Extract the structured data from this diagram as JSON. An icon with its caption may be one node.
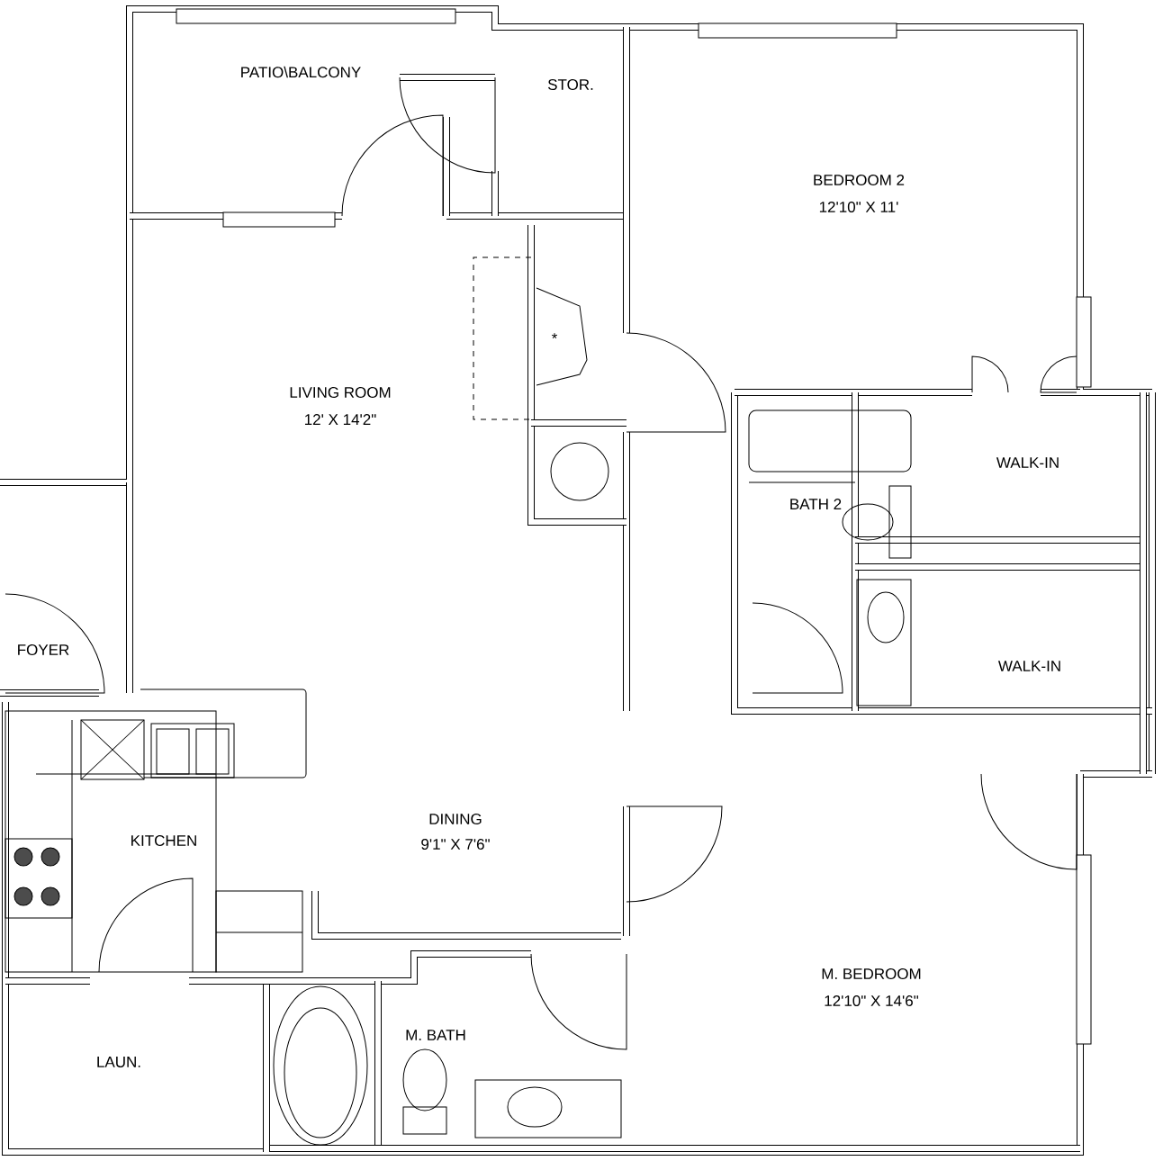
{
  "diagram": {
    "labels": [
      "PATIO\\BALCONY",
      "STOR.",
      "BEDROOM 2",
      "12'10\" X 11'",
      "*",
      "LIVING ROOM",
      "12' X 14'2\"",
      "BATH 2",
      "WALK-IN",
      "FOYER",
      "WALK-IN",
      "DINING",
      "9'1\" X 7'6\"",
      "KITCHEN",
      "M. BEDROOM",
      "12'10\" X 14'6\"",
      "M. BATH",
      "LAUN."
    ]
  }
}
